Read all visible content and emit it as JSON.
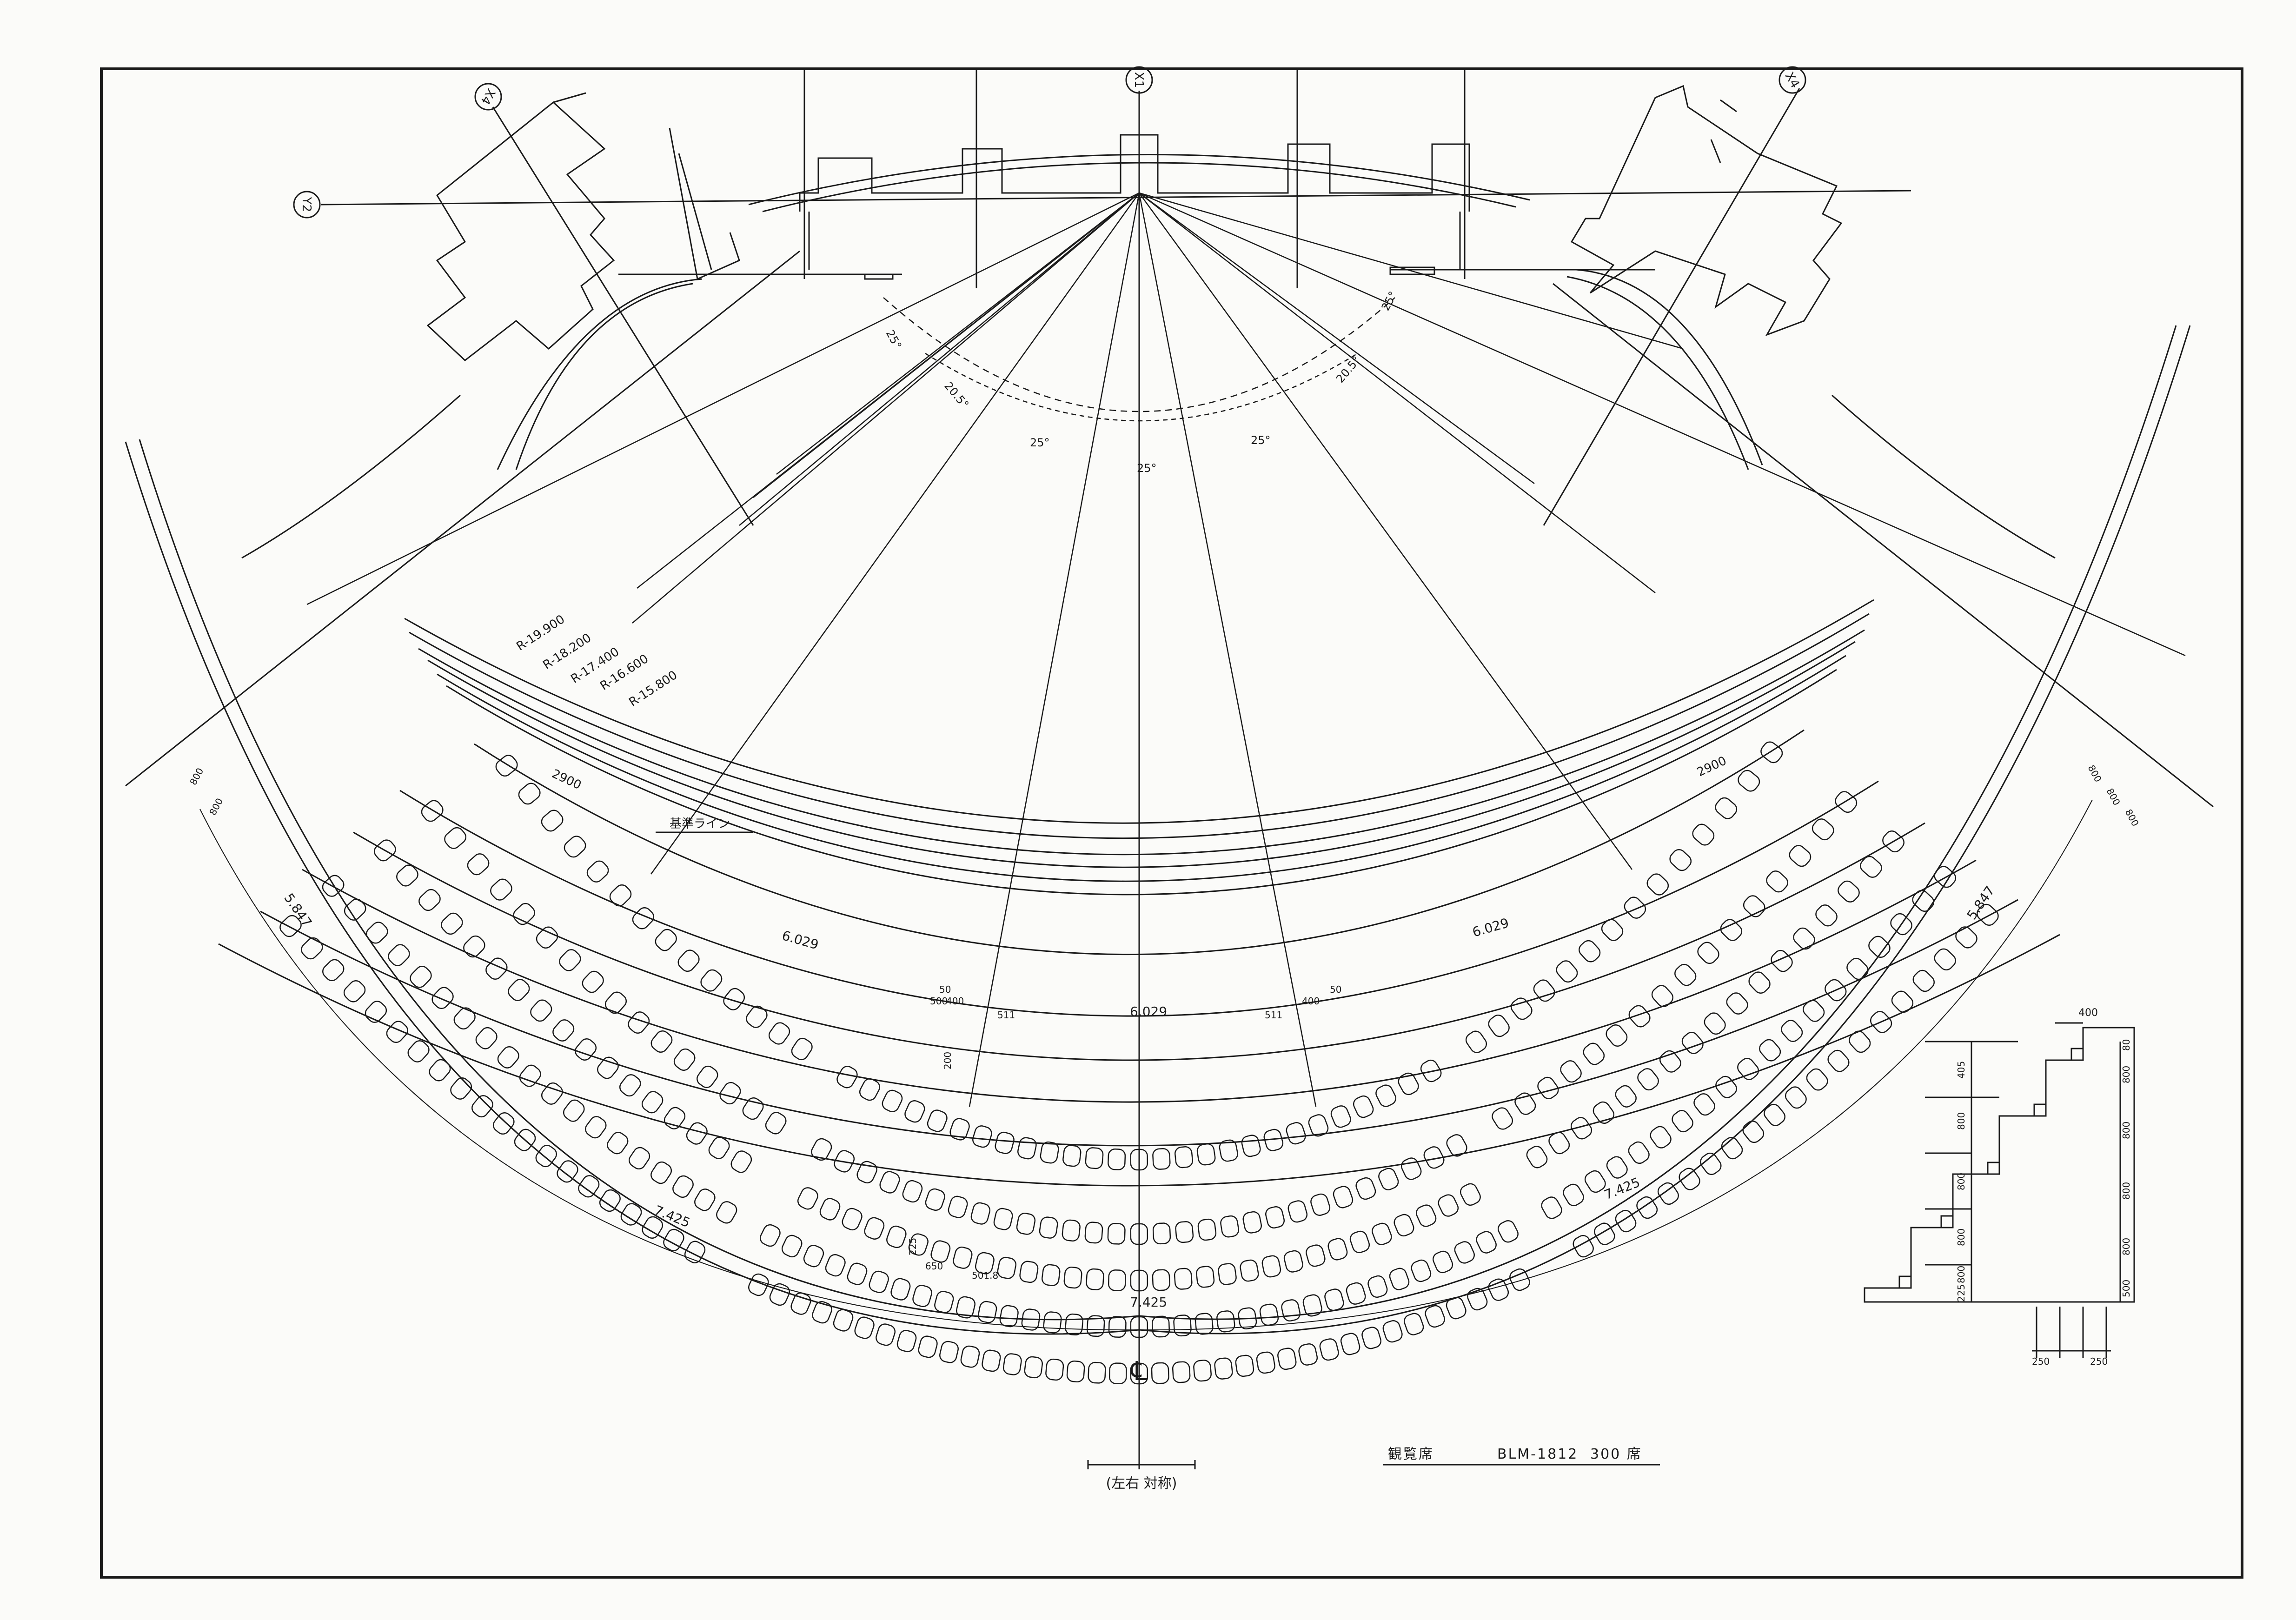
{
  "grid_labels": {
    "x1": "X1",
    "y2": "Y2",
    "x4_left": "X4",
    "x4_right": "X4"
  },
  "angles": {
    "outer_left": "25°",
    "outer_right": "25°",
    "mid_left": "20.5°",
    "mid_right": "20.5°",
    "inner_left": "25°",
    "center": "25°",
    "inner_right": "25°"
  },
  "radii": [
    "R-19.900",
    "R-18.200",
    "R-17.400",
    "R-16.600",
    "R-15.800"
  ],
  "reference_line": "基準ライン",
  "aisle_widths": {
    "top_left": "2900",
    "top_right": "2900"
  },
  "row_depth_labels": [
    "800",
    "800",
    "800",
    "800",
    "800"
  ],
  "chord_labels": {
    "inner_left": "6.029",
    "inner_center": "6.029",
    "inner_right": "6.029",
    "side_left": "5.847",
    "side_right": "5.847",
    "outer_left": "7.425",
    "outer_center": "7.425",
    "outer_right": "7.425"
  },
  "small_dims": {
    "d50": "50",
    "d400": "400",
    "d511": "511",
    "d500": "500",
    "d200": "200",
    "d225": "225",
    "d501": "501.8",
    "d650": "650"
  },
  "section": {
    "top": "400",
    "riser_left": [
      "405",
      "800",
      "800",
      "800",
      "800",
      "225"
    ],
    "riser_right": [
      "80",
      "800",
      "800",
      "800",
      "800",
      "500"
    ],
    "bottom_left": "250",
    "bottom_right": "250"
  },
  "centerline_symbol": "℄",
  "symmetry_note": "(左右 対称)",
  "title_block": {
    "label": "観覧席",
    "model": "BLM-1812",
    "seats": "300 席"
  },
  "colors": {
    "ink": "#1a1a1a",
    "paper": "#fbfbf9"
  }
}
